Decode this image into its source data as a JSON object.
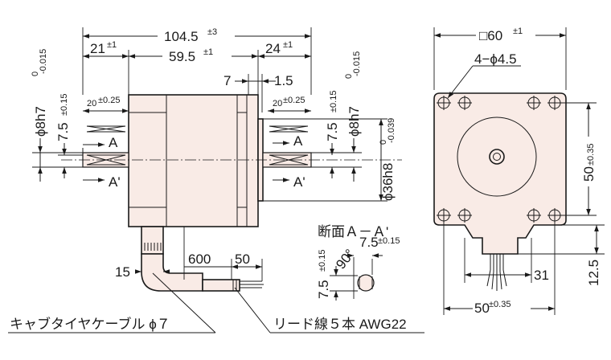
{
  "side_view": {
    "overall_length": "104.5",
    "overall_length_tol": "±3",
    "rear_length": "21",
    "rear_length_tol": "±1",
    "body_length": "59.5",
    "body_length_tol": "±1",
    "front_length": "24",
    "front_length_tol": "±1",
    "dim_7": "7",
    "dim_1_5": "1.5",
    "rear_flat_len": "20",
    "rear_flat_len_tol": "±0.25",
    "front_flat_len": "20",
    "front_flat_len_tol": "±0.25",
    "rear_shaft_dia": "ϕ8h7",
    "rear_shaft_tol_upper": "0",
    "rear_shaft_tol_lower": "-0.015",
    "rear_flat_depth": "7.5",
    "rear_flat_depth_tol": "±0.15",
    "front_flat_depth": "7.5",
    "front_flat_depth_tol": "±0.15",
    "front_shaft_dia": "ϕ8h7",
    "front_shaft_tol_upper": "0",
    "front_shaft_tol_lower": "-0.015",
    "pilot_dia": "ϕ36h8",
    "pilot_tol_upper": "0",
    "pilot_tol_lower": "-0.039",
    "section_a": "A",
    "section_a_prime": "A'",
    "lead_600": "600",
    "lead_50": "50",
    "lead_15": "15"
  },
  "section_view": {
    "title": "断面Ａ－Ａ'",
    "angle": "90°",
    "width": "7.5",
    "width_tol": "±0.15",
    "height": "7.5",
    "height_tol": "±0.15"
  },
  "front_view": {
    "square": "□60",
    "square_tol": "±1",
    "holes": "4−ϕ4.5",
    "pitch_v": "50",
    "pitch_v_tol": "±0.35",
    "pitch_h": "50",
    "pitch_h_tol": "±0.35",
    "dim_12_5": "12.5",
    "dim_31": "31"
  },
  "callouts": {
    "cabtire": "キャブタイヤケーブル ϕ７",
    "leads": "リード線５本 AWG22"
  }
}
